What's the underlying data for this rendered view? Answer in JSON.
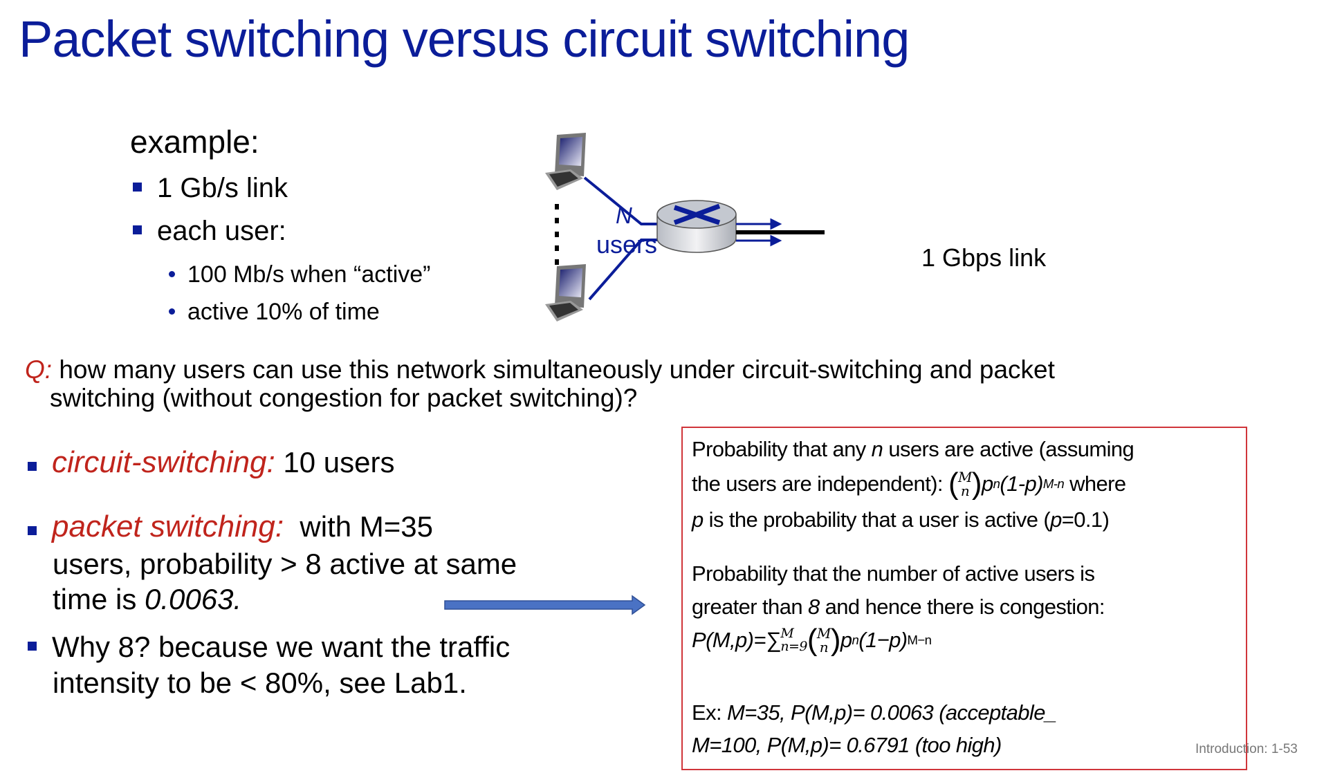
{
  "title": "Packet switching versus circuit switching",
  "example": {
    "heading": "example:",
    "bullets": [
      "1 Gb/s link",
      "each user:"
    ],
    "sub_bullets": [
      "100 Mb/s when “active”",
      "active 10% of time"
    ]
  },
  "diagram": {
    "n_label": "N",
    "users_label": "users",
    "link_label": "1 Gbps link"
  },
  "question": {
    "prefix": "Q:",
    "line1": " how many users can use this network simultaneously under circuit-switching and packet",
    "line2": "switching (without congestion for packet switching)?"
  },
  "answers": {
    "circuit_label": "circuit-switching:",
    "circuit_text": " 10 users",
    "packet_label": "packet switching:",
    "packet_text1": "  with M=35",
    "packet_text2": "users, probability > 8 active at same",
    "packet_text3_a": "time is ",
    "packet_text3_b": "0.0063.",
    "why_line1": "Why 8? because we want the traffic",
    "why_line2": "intensity to be < 80%, see Lab1."
  },
  "box": {
    "p1_a": "Probability that any ",
    "p1_n": "n",
    "p1_b": " users are active (assuming",
    "p2_a": "the users are independent): ",
    "binom_top": "M",
    "binom_bottom": "n",
    "p2_formula": "p",
    "p2_sup_n": "n",
    "p2_formula2": "(1-p)",
    "p2_sup": "M-n",
    "p2_b": " where",
    "p3_a": "p",
    "p3_b": " is the probability that a user is active (",
    "p3_c": "p",
    "p3_d": "=0.1)",
    "q1": "Probability that the number of active users is",
    "q2_a": "greater than ",
    "q2_8": "8",
    "q2_b": " and hence there is congestion:",
    "q3_a": "P(M,p)=∑",
    "q3_sum_top": "M",
    "q3_sum_bottom": "n=9",
    "q3_b": "p",
    "q3_sup_n": "n",
    "q3_c": "(1−p)",
    "q3_sup": "M−n",
    "ex1_a": "Ex: ",
    "ex1_b": "M=35, P(M,p)= 0.0063 (acceptable_",
    "ex2": "M=100, P(M,p)= 0.6791 (too high)"
  },
  "footer": "Introduction: 1-53",
  "colors": {
    "title": "#0b1d99",
    "accent_red": "#c0241c",
    "box_border": "#d0353a",
    "arrow": "#4a72c4"
  }
}
